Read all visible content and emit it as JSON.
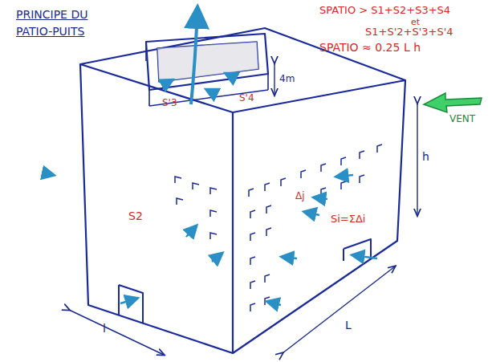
{
  "diagram": {
    "title": "PRINCIPE DU PATIO-PUITS",
    "labels": [
      "SPATIO > S1+S2+S3+S4",
      "et",
      "S1+S'2+S'3+S'4",
      "SPATIO ≈ 0.25 L h",
      "4m",
      "VENT",
      "h",
      "L",
      "l",
      "S2",
      "S'3",
      "S'4",
      "Δj",
      "Si=ΣΔi"
    ]
  }
}
